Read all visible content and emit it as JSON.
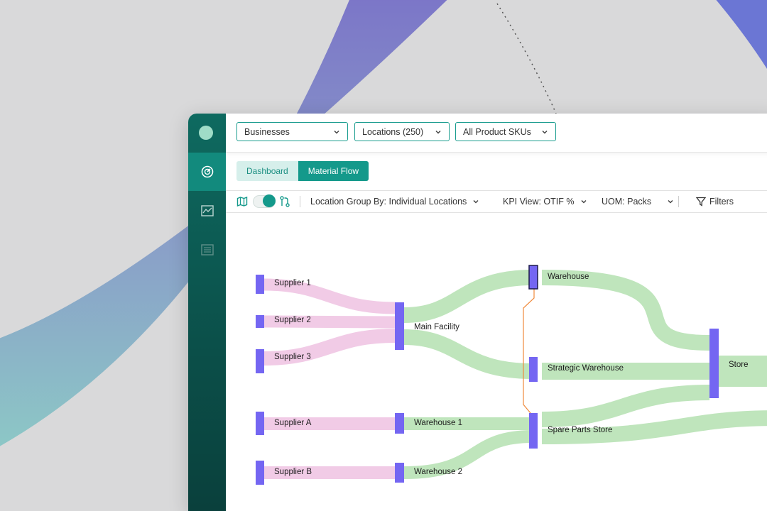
{
  "filters": {
    "businesses_label": "Businesses",
    "locations_label": "Locations (250)",
    "skus_label": "All Product SKUs"
  },
  "tabs": [
    {
      "label": "Dashboard",
      "active": false
    },
    {
      "label": "Material Flow",
      "active": true
    }
  ],
  "toolbar": {
    "location_group": "Location Group By: Individual Locations",
    "kpi_view": "KPI View: OTIF %",
    "uom": "UOM: Packs",
    "filters": "Filters"
  },
  "sidebar": {
    "items": [
      {
        "icon": "dashboard-gauge-icon",
        "active": true
      },
      {
        "icon": "line-chart-icon",
        "active": false
      },
      {
        "icon": "list-icon",
        "active": false
      }
    ]
  },
  "sankey": {
    "nodes": {
      "supplier1": "Supplier 1",
      "supplier2": "Supplier 2",
      "supplier3": "Supplier 3",
      "supplierA": "Supplier A",
      "supplierB": "Supplier B",
      "main_facility": "Main Facility",
      "warehouse1": "Warehouse 1",
      "warehouse2": "Warehouse 2",
      "warehouse": "Warehouse",
      "strategic_warehouse": "Strategic Warehouse",
      "spare_parts_store": "Spare Parts Store",
      "store": "Store"
    }
  },
  "colors": {
    "accent": "#14998b",
    "sidebar": "#0b4f49",
    "node": "#7466f2",
    "supplier_link": "#f1cbe6",
    "internal_link": "#bfe5bc",
    "highlight_link": "#f08a3c"
  }
}
